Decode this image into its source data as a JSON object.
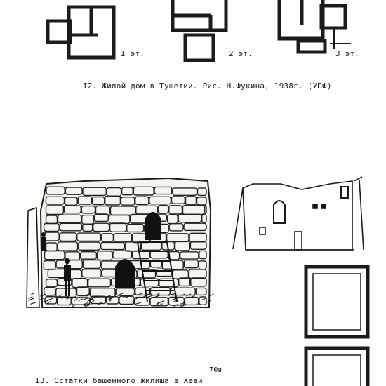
{
  "figure12": {
    "floor_labels": [
      "I эт.",
      "2 эт.",
      "3 эт."
    ],
    "caption": "I2. Жилой дом в Тушетии. Рис. Н.Фукина, 1938г. (УПФ)"
  },
  "figure13": {
    "caption": "I3. Остатки башенного жилища в Хеви"
  },
  "page_number": "70в"
}
